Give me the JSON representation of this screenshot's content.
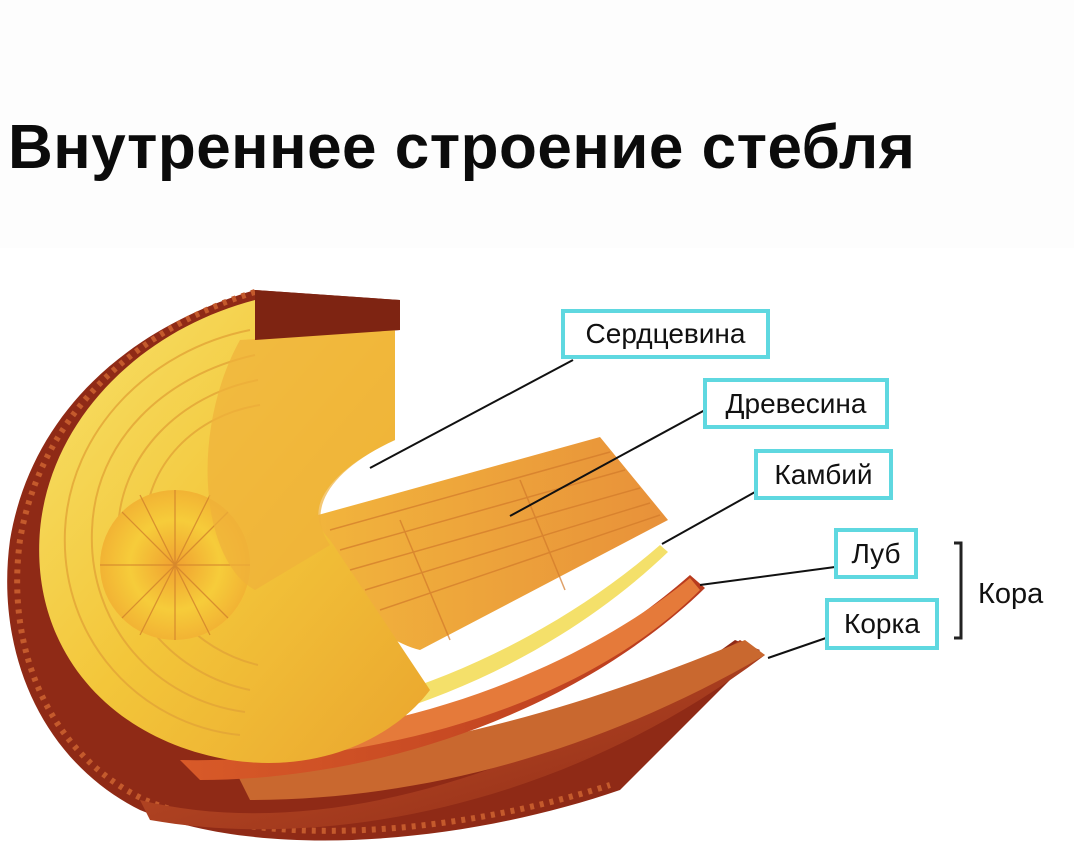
{
  "title": "Внутреннее строение стебля",
  "labels": {
    "pith": "Сердцевина",
    "wood": "Древесина",
    "cambium": "Камбий",
    "bast": "Луб",
    "cork": "Корка",
    "bark_group": "Кора"
  },
  "colors": {
    "label_border": "#5fd8e0",
    "wood_yellow": "#f6d53a",
    "wood_orange": "#e89a2c",
    "bark_red": "#9c2f18"
  }
}
